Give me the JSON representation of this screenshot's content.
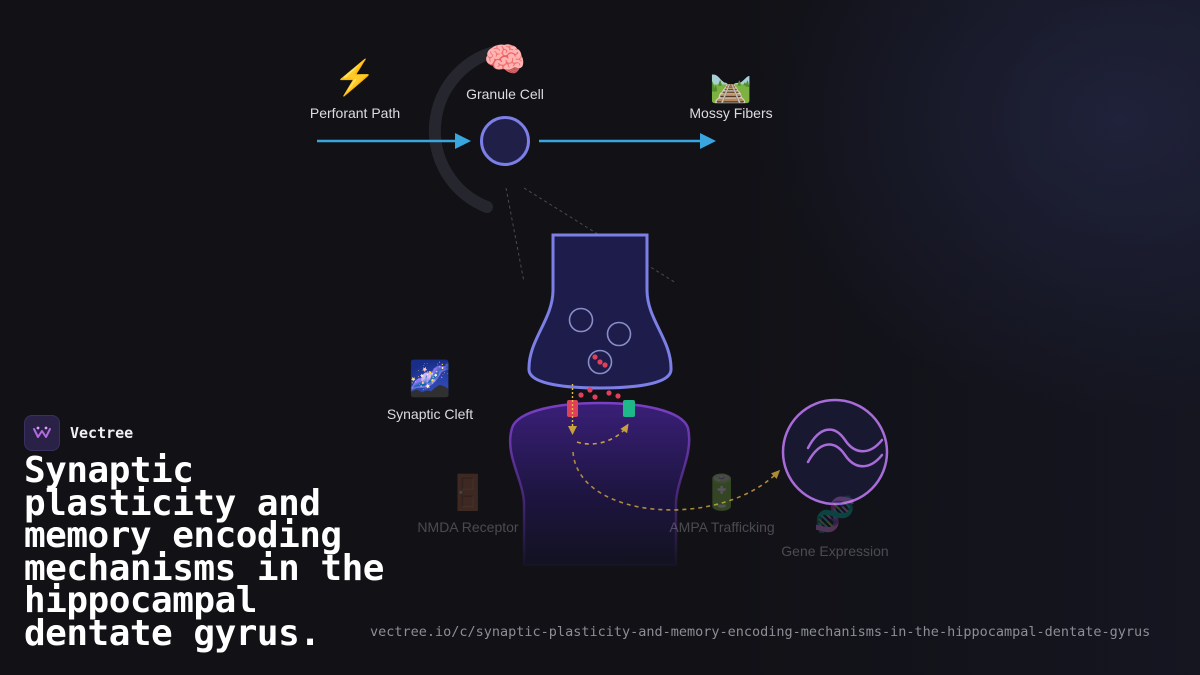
{
  "brand": {
    "name": "Vectree"
  },
  "title": "Synaptic plasticity and memory encoding mechanisms in the hippocampal dentate gyrus.",
  "url": "vectree.io/c/synaptic-plasticity-and-memory-encoding-mechanisms-in-the-hippocampal-dentate-gyrus",
  "diagram": {
    "nodes": [
      {
        "label": "Perforant Path",
        "icon": "⚡",
        "icon_name": "lightning-icon"
      },
      {
        "label": "Granule Cell",
        "icon": "🧠",
        "icon_name": "brain-icon"
      },
      {
        "label": "Mossy Fibers",
        "icon": "🛤️",
        "icon_name": "railway-track-icon"
      },
      {
        "label": "Synaptic Cleft",
        "icon": "🌌",
        "icon_name": "milky-way-icon"
      },
      {
        "label": "NMDA Receptor",
        "icon": "🚪",
        "icon_name": "door-icon"
      },
      {
        "label": "AMPA Trafficking",
        "icon": "🔋",
        "icon_name": "battery-icon"
      },
      {
        "label": "Gene Expression",
        "icon": "🧬",
        "icon_name": "dna-icon"
      }
    ]
  },
  "colors": {
    "background": "#111116",
    "arrow": "#3aa6e0",
    "neuron_stroke": "#7b7fe6",
    "postsynaptic": "#7a3fc4",
    "nmda": "#e0405a",
    "ampa": "#1fb889",
    "path": "#c8a040",
    "nucleus": "#a86cd8"
  }
}
